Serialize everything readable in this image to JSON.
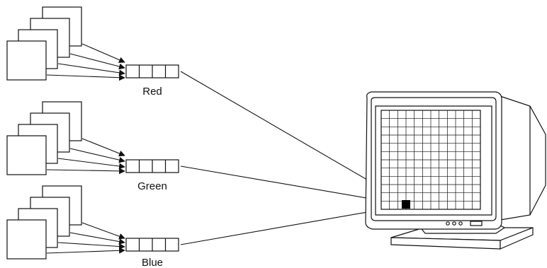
{
  "channels": [
    {
      "label": "Red"
    },
    {
      "label": "Green"
    },
    {
      "label": "Blue"
    }
  ],
  "register_cells": 4,
  "screen_grid": {
    "columns": 12,
    "rows": 12
  },
  "icons": [
    "bitplane-stack-icon",
    "register-icon",
    "crt-monitor-icon",
    "pixel-marker-icon"
  ]
}
